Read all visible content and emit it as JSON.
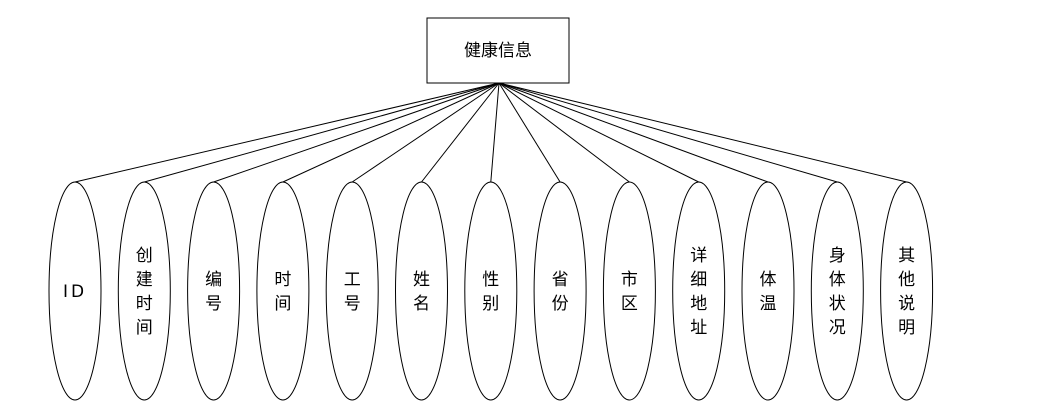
{
  "entity": {
    "name": "健康信息"
  },
  "attributes": [
    {
      "label": "ID"
    },
    {
      "label": "创建时间"
    },
    {
      "label": "编号"
    },
    {
      "label": "时间"
    },
    {
      "label": "工号"
    },
    {
      "label": "姓名"
    },
    {
      "label": "性别"
    },
    {
      "label": "省份"
    },
    {
      "label": "市区"
    },
    {
      "label": "详细地址"
    },
    {
      "label": "体温"
    },
    {
      "label": "身体状况"
    },
    {
      "label": "其他说明"
    }
  ]
}
